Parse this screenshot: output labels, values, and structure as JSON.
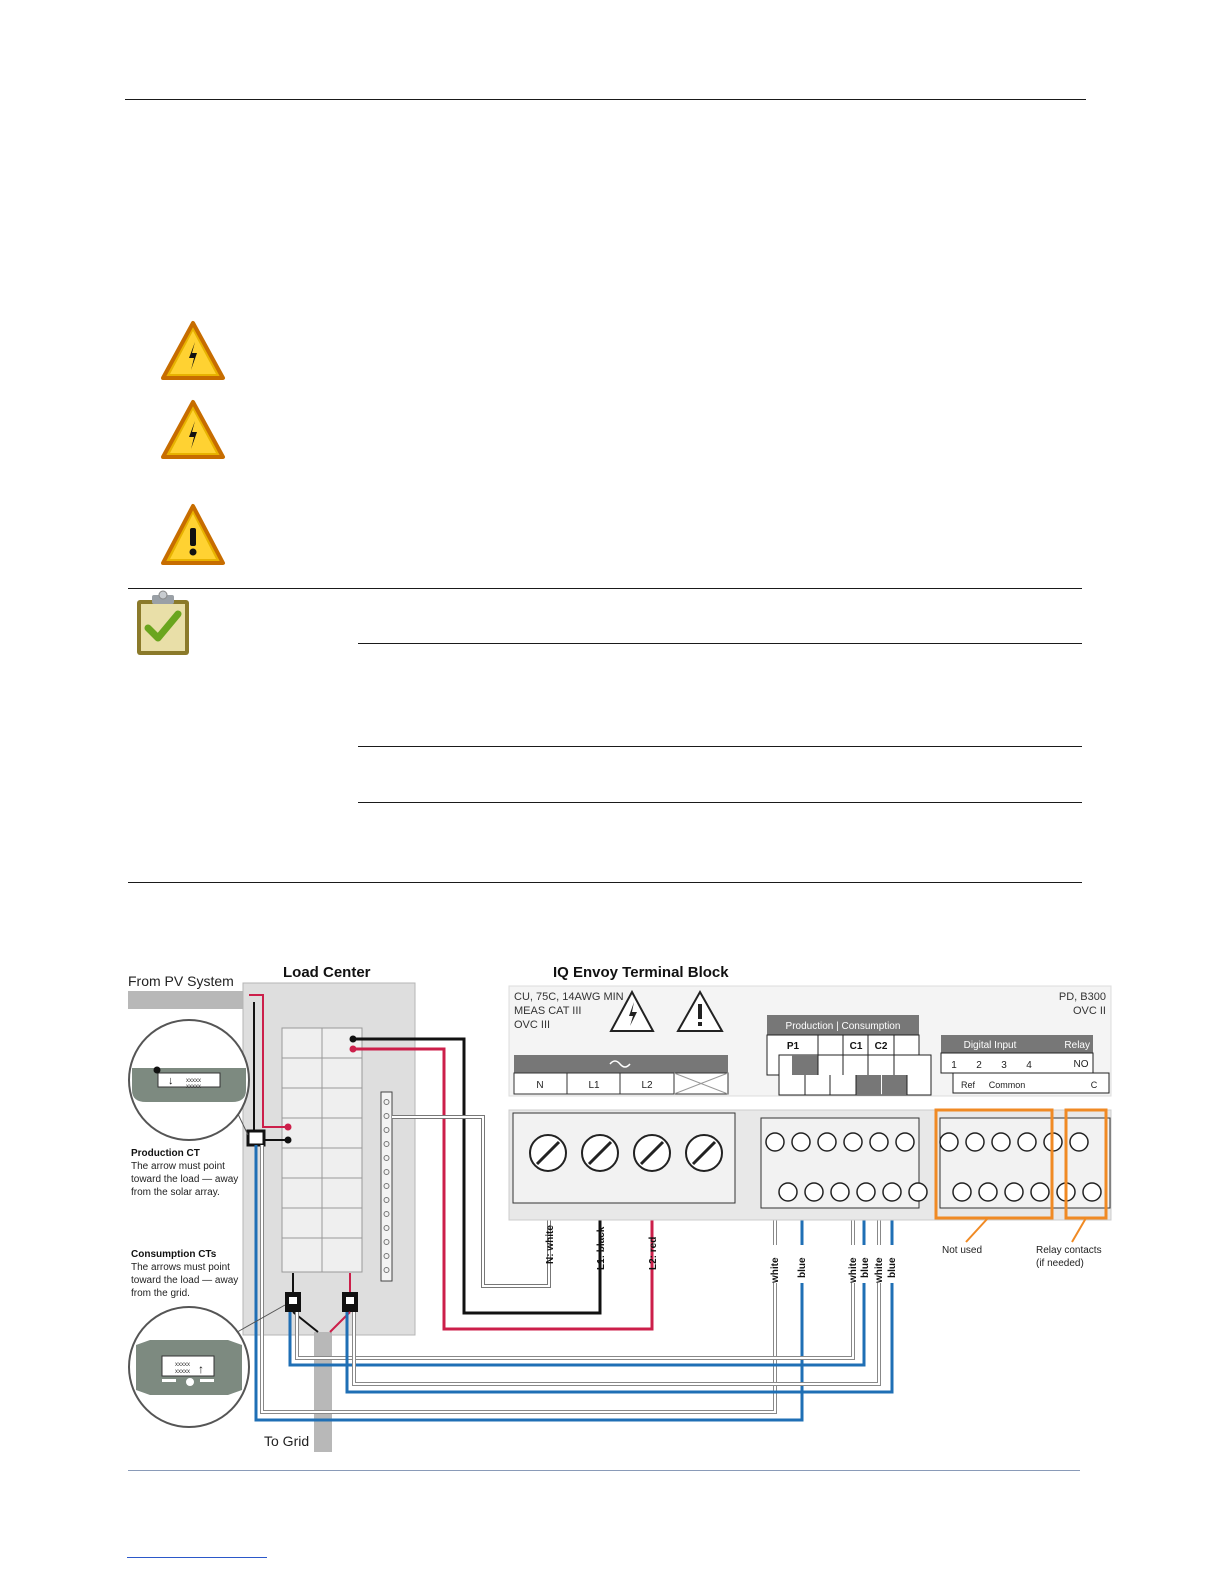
{
  "icons": {
    "warning_shock_1": "high-voltage-warning-icon",
    "warning_shock_2": "high-voltage-warning-icon",
    "warning_general": "exclamation-warning-icon",
    "checklist": "clipboard-check-icon"
  },
  "colors": {
    "neutral_wire": "#ffffff",
    "l1_wire": "#111111",
    "l2_wire": "#cc1f4a",
    "ct_wire": "#1f6fb5",
    "highlight": "#f08a24",
    "panel": "#dcdcdc"
  },
  "diagram": {
    "load_center_title": "Load Center",
    "terminal_block_title": "IQ Envoy Terminal Block",
    "from_pv": "From PV System",
    "to_grid": "To Grid",
    "production_ct_title": "Production CT",
    "production_ct_text": [
      "The arrow must point",
      "toward the load — away",
      "from the solar array."
    ],
    "consumption_ct_title": "Consumption CTs",
    "consumption_ct_text": [
      "The arrows must point",
      "toward the load — away",
      "from the grid."
    ],
    "spec_text": [
      "CU, 75C, 14AWG MIN",
      "MEAS CAT III",
      "OVC III"
    ],
    "spec_right": [
      "PD, B300",
      "OVC II"
    ],
    "ac_terminals": [
      "N",
      "L1",
      "L2"
    ],
    "prod_cons_header": "Production  |  Consumption",
    "p1": "P1",
    "c1": "C1",
    "c2": "C2",
    "digital_input": "Digital Input",
    "relay": "Relay",
    "di_numbers": [
      "1",
      "2",
      "3",
      "4"
    ],
    "no": "NO",
    "ref": "Ref",
    "common": "Common",
    "c": "C",
    "wire_n": "N: white",
    "wire_l1": "L1: black",
    "wire_l2": "L2: red",
    "ct_wires": [
      "white",
      "blue",
      "white",
      "blue",
      "white",
      "blue"
    ],
    "not_used": "Not used",
    "relay_contacts": [
      "Relay contacts",
      "(if needed)"
    ],
    "ct_marking": "xxxxx"
  }
}
